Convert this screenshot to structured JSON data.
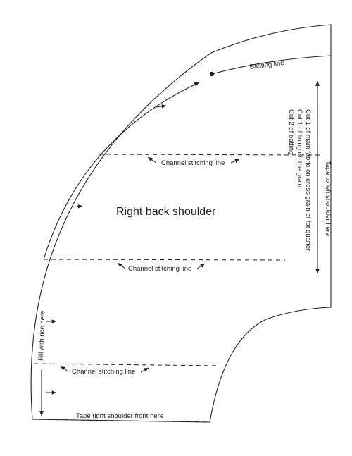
{
  "diagram": {
    "title": "Right back shoulder",
    "basting_label": "Basting line",
    "channel_label_1": "Channel stitching line",
    "channel_label_2": "Channel stitching line",
    "channel_label_3": "Channel stitching line",
    "fill_label": "Fill with rice here",
    "tape_front_label": "Tape right shoulder front here",
    "tape_left_label": "Tape to left shoulder here",
    "cut_instructions": [
      "Cut 1 of main fabric on cross grain of fat quarter",
      "Cut 1 of lining oh the grain",
      "Cut 2 of batting"
    ]
  },
  "colors": {
    "line": "#222222",
    "background": "#ffffff"
  }
}
